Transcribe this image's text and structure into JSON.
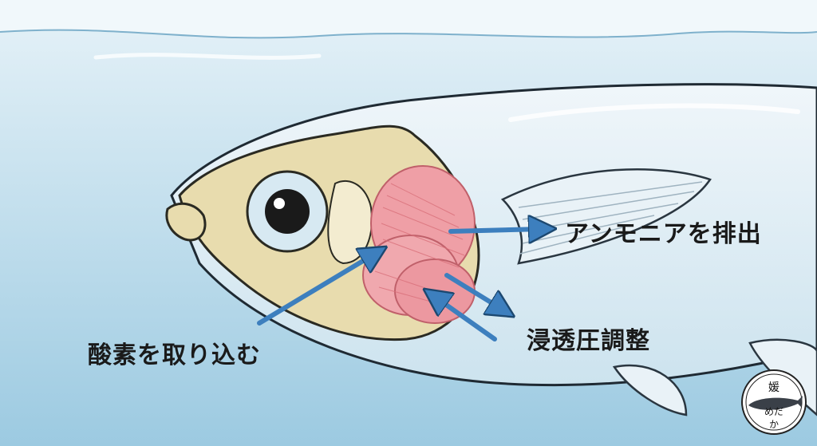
{
  "labels": {
    "ammonia": "アンモニアを排出",
    "osmoregulation": "浸透圧調整",
    "oxygen": "酸素を取り込む"
  },
  "logo": {
    "text": "媛めだか"
  },
  "colors": {
    "water_top": "#e3f1f8",
    "water_bottom": "#9dcbe2",
    "head": "#e8dcae",
    "gill": "#ef9fa6",
    "arrow": "#3d7fbe"
  }
}
